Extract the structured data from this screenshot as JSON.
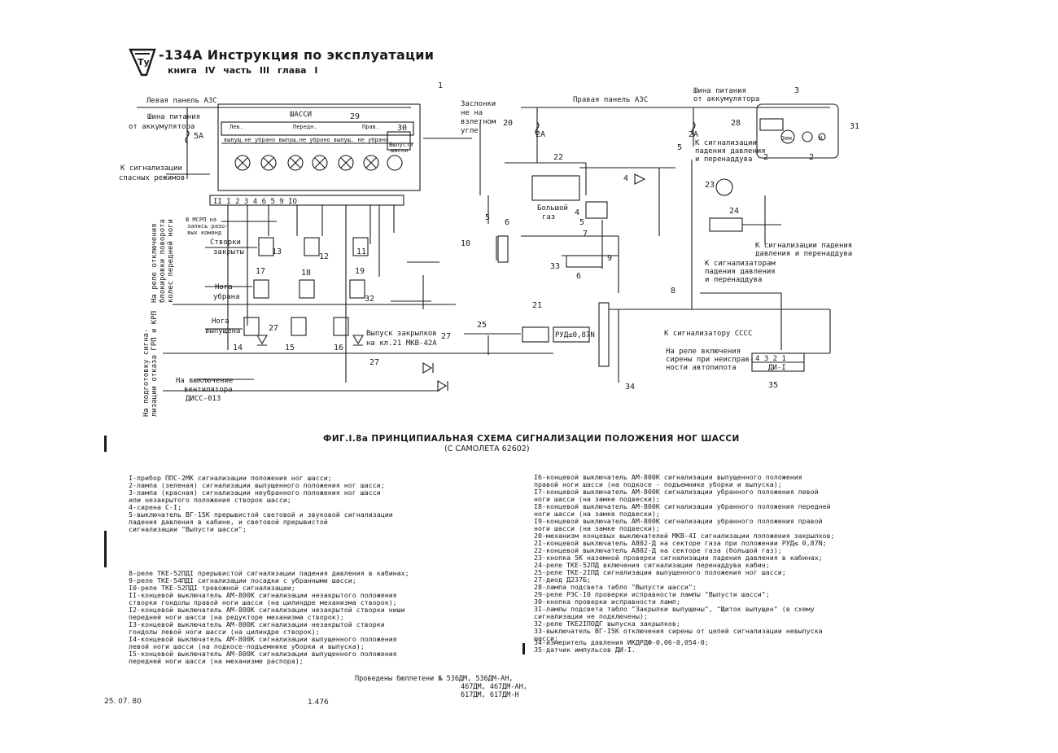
{
  "header": {
    "logo": "Ту",
    "title": "-134А Инструкция по эксплуатации",
    "subtitle": "книга IV часть III глава I"
  },
  "diagram": {
    "panel_left": "Левая панель АЗС",
    "panel_right": "Правая панель АЗС",
    "bus_left_1": "Шина питания",
    "bus_left_2": "от аккумулятора",
    "bus_right_1": "Шина питания",
    "bus_right_2": "от аккумулятора",
    "chassis": "ШАССИ",
    "lev": "Лев.",
    "pered": "Передн.",
    "prav": "Прав.",
    "pos_row": "выпущ.не убрано выпущ.не убрано выпущ. не убрано",
    "vypusti": "Выпусти",
    "shassi_sm": "шасси",
    "k_signal_spas_1": "К сигнализации",
    "k_signal_spas_2": "спасных режимов",
    "v_msrp_1": "В МСРП на",
    "v_msrp_2": "запись разо-",
    "v_msrp_3": "вых команд",
    "stvorki": "Створки",
    "zakryty": "закрыты",
    "noga": "Нога",
    "ubrana": "убрана",
    "noga2": "Нога",
    "vypushchena": "выпущена",
    "vert_1": "На реле отключения",
    "vert_2": "блокировки поворота",
    "vert_3": "колес передней ноги",
    "vert_4": "На подготовку сигна-",
    "vert_5": "лизации отказа ГРП и КРП",
    "zaslonki_1": "Заслонки",
    "zaslonki_2": "не на",
    "zaslonki_3": "взлетном",
    "zaslonki_4": "угле",
    "bolshoy_1": "Большой",
    "bolshoy_2": "газ",
    "press_1": "К сигнализации",
    "press_2": "падения давления",
    "press_3": "и перенаддува",
    "press_b1": "К сигнализации падения",
    "press_b2": "давления и перенаддува",
    "press_c1": "К сигнализаторам",
    "press_c2": "падения давления",
    "press_c3": "и перенаддува",
    "sssс": "К сигнализатору СССС",
    "siren_1": "На реле включения",
    "siren_2": "сирены при неисправ-",
    "siren_3": "ности автопилота",
    "flaps_1": "Выпуск закрылков",
    "flaps_2": "на кл.21 МКВ-42А",
    "vent_1": "На выключение",
    "vent_2": "вентилятора",
    "vent_3": "ДИСС-013",
    "rud": "РУД≤0,87N",
    "di": "ДИ-I",
    "di_pins": "4 3 2 1",
    "sw_labels": "II  I  2  3  4  6  5  9 IO",
    "zem": "Зем.",
    "n": "Н"
  },
  "caption": {
    "title": "ФИГ.I.8а ПРИНЦИПИАЛЬНАЯ СХЕМА СИГНАЛИЗАЦИИ ПОЛОЖЕНИЯ НОГ ШАССИ",
    "subtitle": "(С САМОЛЕТА 62602)"
  },
  "legend_a": [
    "I-прибор ППС-2МК сигнализации положения ног шасси;",
    "2-лампа (зеленая) сигнализации выпущенного положения ног шасси;",
    "3-лампа (красная) сигнализации неубранного положения ног шасси",
    "    или незакрытого положения створок шасси;",
    "4-сирена С-I;",
    "5-выключатель ВГ-15К прерывистой световой и звуковой сигнализации",
    "    падения давления в кабине, и световой прерывистой",
    "    сигнализации \"Выпусти шасси\";"
  ],
  "legend_b": [
    "8-реле ТКЕ-52ПДI прерывистой сигнализации падения давления в кабинах;",
    "9-реле ТКЕ-54ПДI сигнализации посадки с убранными шасси;",
    "I0-реле ТКЕ-52ПДI тревожной сигнализации;",
    "II-концевой выключатель АМ-800К сигнализации незакрытого положения",
    "    створки гондолы правой ноги шасси (на цилиндре механизма створок);",
    "I2-концевой выключатель АМ-800К сигнализации незакрытой створки ниши",
    "    передней ноги шасси (на редукторе механизма створок);",
    "I3-концевой выключатель АМ-800К сигнализации незакрытой створки",
    "    гондолы левой ноги шасси (на цилиндре створок);",
    "I4-концевой выключатель АМ-800К сигнализации выпущенного положения",
    "    левой ноги шасси (на подкосе-подъемнике уборки и выпуска);",
    "I5-концевой выключатель АМ-800К сигнализации выпущенного положения",
    "    передней ноги шасси (на механизме распора);"
  ],
  "legend_c": [
    "I6-концевой выключатель АМ-800К сигнализации выпущенного положения",
    "    правой       ноги шасси (на подкосе - подъемнике уборки и выпуска);",
    "I7-концевой выключатель АМ-800К сигнализации убранного положения левой",
    "    ноги шасси (на замке подвески);",
    "I8-концевой выключатель АМ-800К сигнализации убранного положения передней",
    "    ноги шасси (на замке подвески);",
    "I9-концевой выключатель АМ-800К сигнализации убранного положения правой",
    "    ноги шасси (на замке подвески);",
    "20-механизм концевых выключателей МКВ-4I сигнализации положения закрылков;",
    "2I-концевой выключатель А802-Д на секторе газа при положении РУД≤ 0,87N;",
    "22-концевой выключатель А802-Д на секторе газа (большой газ);",
    "23-кнопка 5К наземной проверки сигнализации падения давления в кабинах;",
    "24-реле ТКЕ-52ПД включения сигнализации перенаддува кабин;",
    "25-реле ТКЕ-2IПД сигнализации выпущенного положения ног шасси;",
    "27-диод Д237Б;",
    "28-лампа подсвета табло \"Выпусти шасси\";",
    "29-реле РЭС-I0 проверки исправности лампы \"Выпусти шасси\";",
    "30-кнопка проверки исправности ламп;",
    "3I-лампы подсвета табло \"Закрылки выпущены\", \"Щиток выпущен\" (в схему",
    "    сигнализации не подключены);",
    "32-реле ТКЕ2IПОДГ выпуска закрылков;",
    "33-выключатель ВГ-I5К отключения сирены от цепей сигнализации невыпуска",
    "    шасси;"
  ],
  "legend_d": [
    "34-измеритель давления ИКДРДФ-0,06-0,054-0;",
    "35-датчик импульсов ДИ-I."
  ],
  "bulletins": {
    "line1": "Проведены бюллетени № 536ДМ, 536ДМ-АН,",
    "line2": "467ДМ, 467ДМ-АН,",
    "line3": "617ДМ, 617ДМ-Н"
  },
  "footer": {
    "date": "25. 07. 80",
    "page": "1.476"
  }
}
